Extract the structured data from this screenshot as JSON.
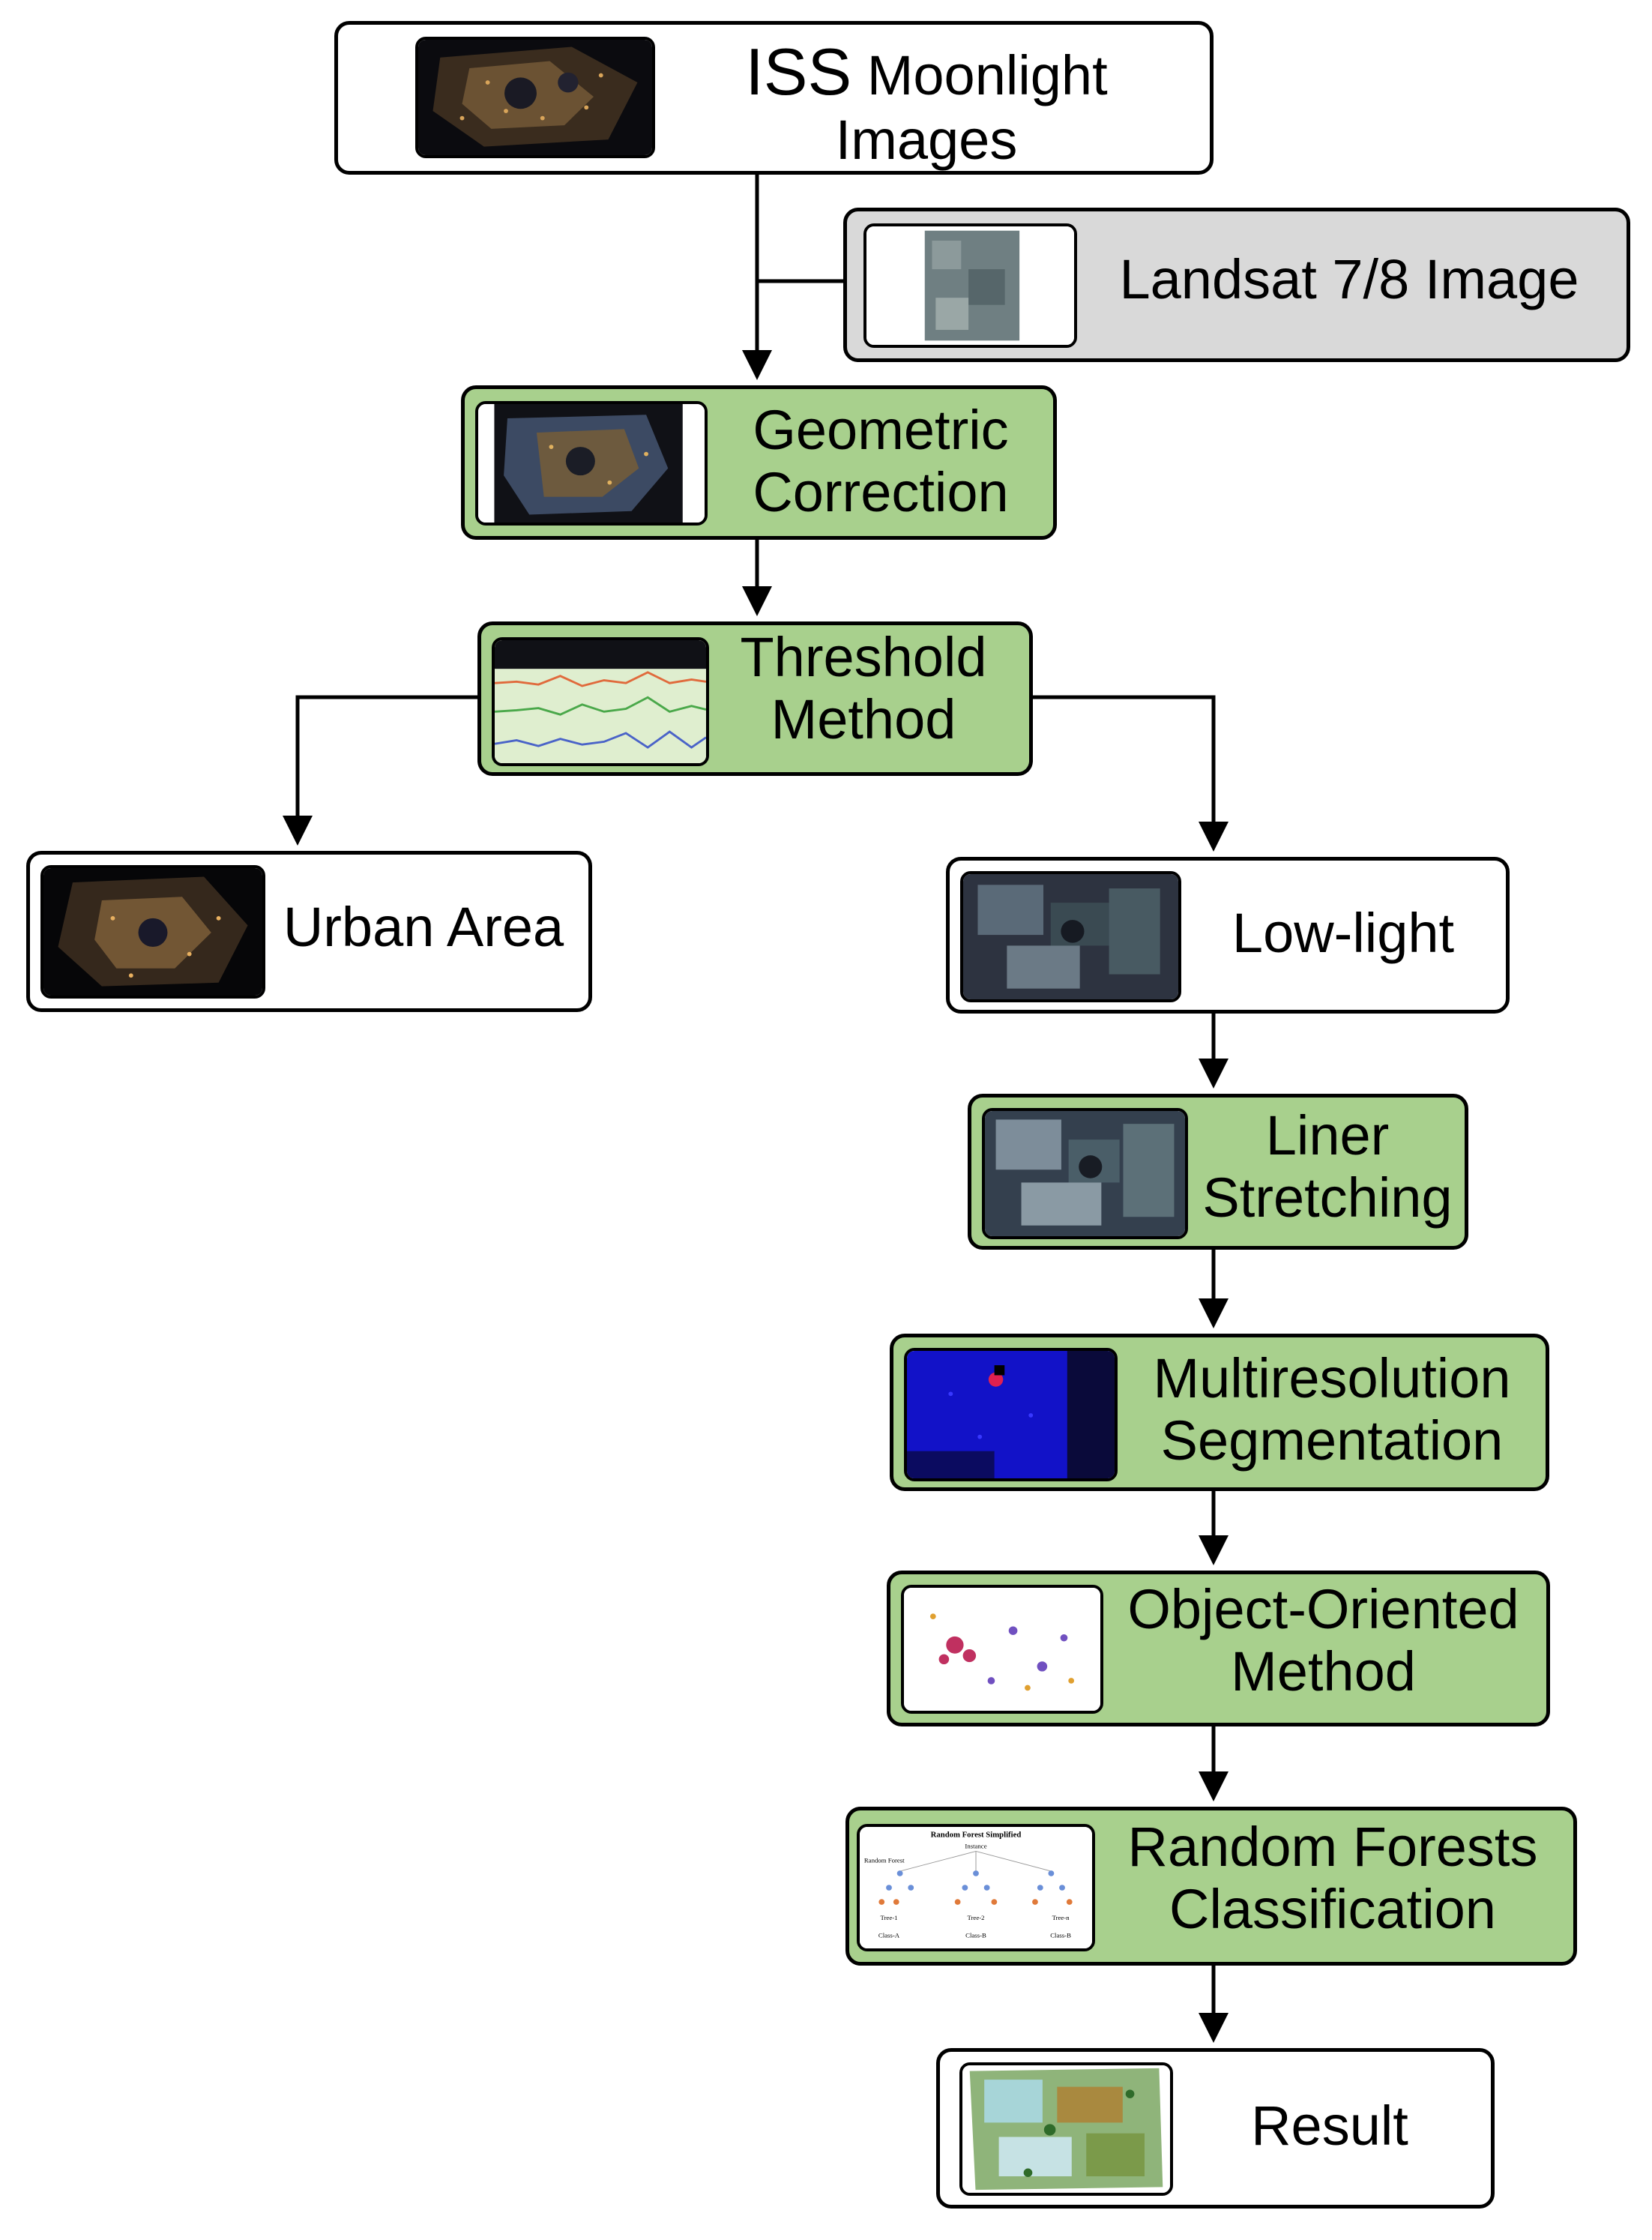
{
  "nodes": {
    "iss": {
      "line1_prefix": "ISS",
      "line1_suffix": " Moonlight",
      "line2": "Images",
      "thumb_icon": "night-city-image-icon"
    },
    "landsat": {
      "label": "Landsat 7/8 Image",
      "thumb_icon": "landsat-image-icon"
    },
    "geometric": {
      "line1": "Geometric",
      "line2": "Correction",
      "thumb_icon": "corrected-night-image-icon"
    },
    "threshold": {
      "line1": "Threshold",
      "line2": "Method",
      "thumb_icon": "threshold-plot-icon"
    },
    "urban": {
      "label": "Urban Area",
      "thumb_icon": "urban-night-image-icon"
    },
    "lowlight": {
      "label": "Low-light",
      "thumb_icon": "low-light-image-icon"
    },
    "liner": {
      "line1": "Liner",
      "line2": "Stretching",
      "thumb_icon": "stretched-image-icon"
    },
    "multires": {
      "line1": "Multiresolution",
      "line2": "Segmentation",
      "thumb_icon": "segmentation-image-icon"
    },
    "object": {
      "line1": "Object-Oriented",
      "line2": "Method",
      "thumb_icon": "object-scatter-icon"
    },
    "rf": {
      "line1": "Random Forests",
      "line2": "Classification",
      "thumb_icon": "random-forest-diagram-icon",
      "thumb_title": "Random Forest Simplified",
      "thumb_instance": "Instance",
      "thumb_side": "Random Forest",
      "thumb_trees": [
        "Tree-1",
        "Tree-2",
        "Tree-n"
      ],
      "thumb_classes": [
        "Class-A",
        "Class-B",
        "Class-B"
      ]
    },
    "result": {
      "label": "Result",
      "thumb_icon": "classification-map-icon"
    }
  },
  "colors": {
    "green_fill": "#a8d08d",
    "gray_fill": "#d9d9d9",
    "white_fill": "#ffffff",
    "border": "#000000"
  }
}
